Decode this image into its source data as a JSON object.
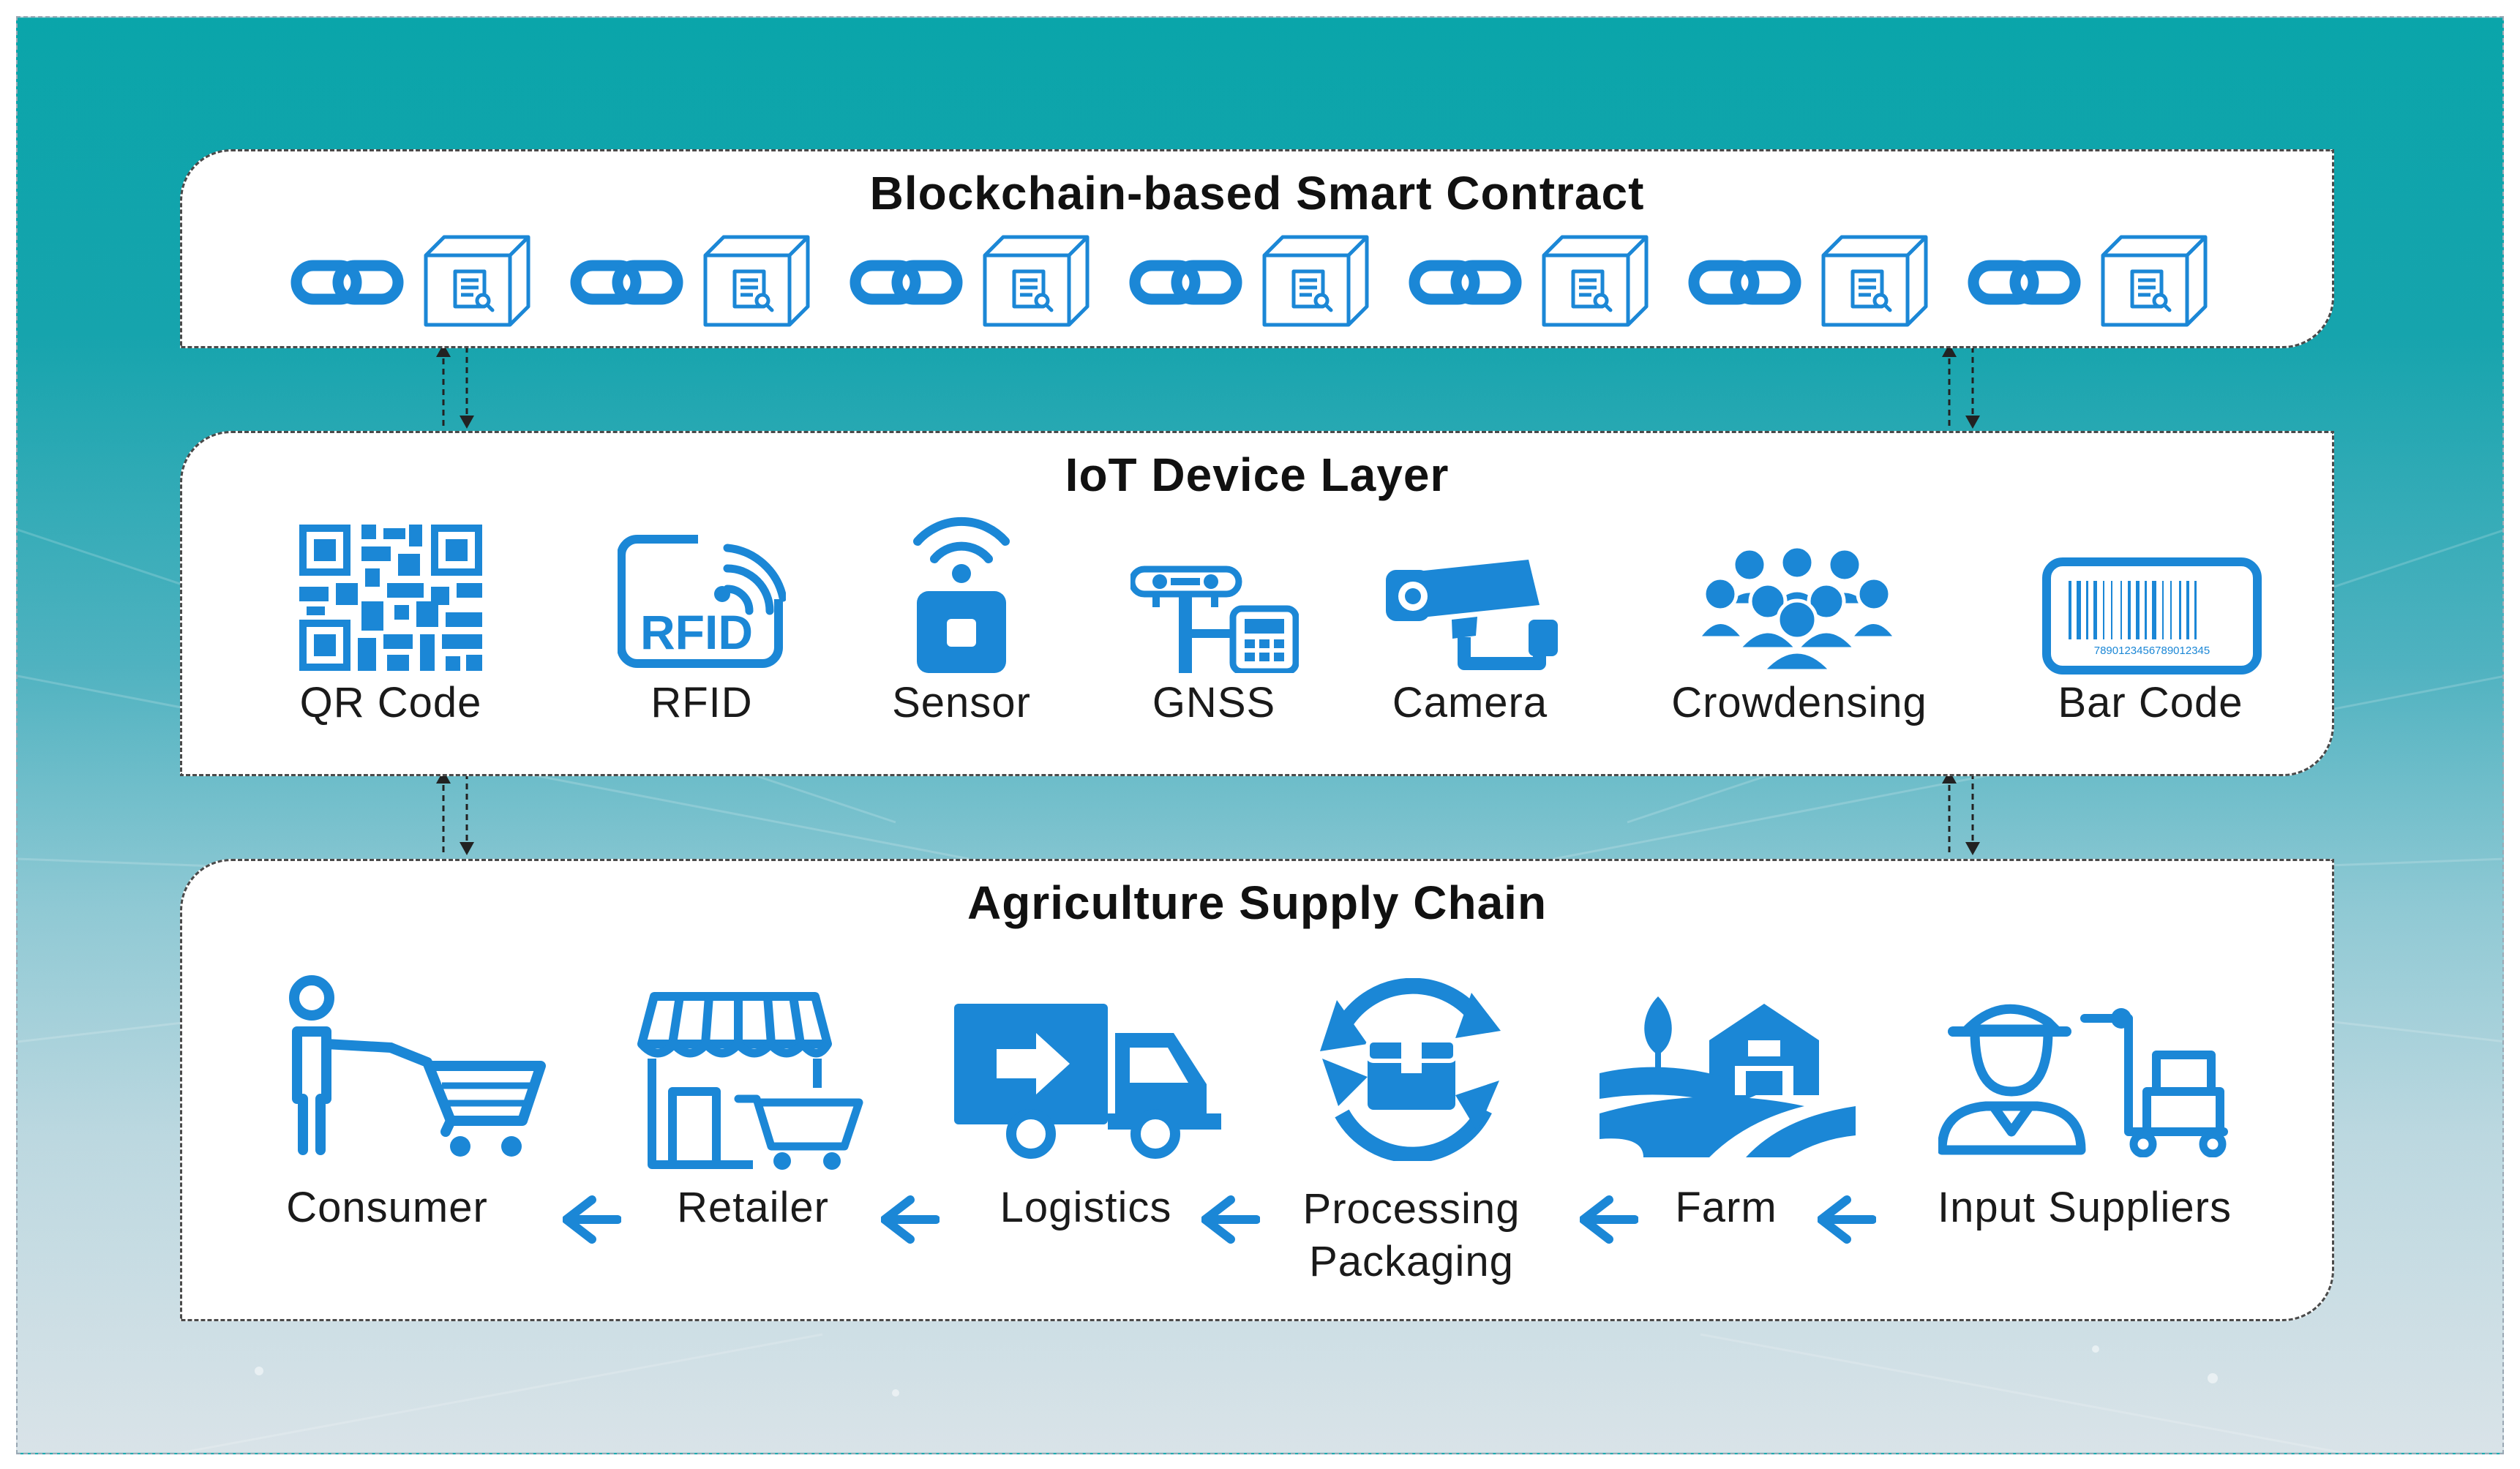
{
  "layers": {
    "blockchain": {
      "title": "Blockchain-based Smart Contract"
    },
    "iot": {
      "title": "IoT Device Layer",
      "devices": [
        {
          "label": "QR Code",
          "icon": "qr-code-icon"
        },
        {
          "label": "RFID",
          "icon": "rfid-icon",
          "icon_text": "RFID"
        },
        {
          "label": "Sensor",
          "icon": "sensor-icon"
        },
        {
          "label": "GNSS",
          "icon": "gnss-icon"
        },
        {
          "label": "Camera",
          "icon": "camera-icon"
        },
        {
          "label": "Crowdensing",
          "icon": "crowd-icon"
        },
        {
          "label": "Bar Code",
          "icon": "barcode-icon",
          "icon_text": "7890123456789012345"
        }
      ]
    },
    "supply_chain": {
      "title": "Agriculture Supply Chain",
      "stages": [
        {
          "label": "Consumer",
          "icon": "consumer-icon"
        },
        {
          "label": "Retailer",
          "icon": "retailer-icon"
        },
        {
          "label": "Logistics",
          "icon": "truck-icon"
        },
        {
          "label": "Processing Packaging",
          "line1": "Processing",
          "line2": "Packaging",
          "icon": "processing-icon"
        },
        {
          "label": "Farm",
          "icon": "farm-icon"
        },
        {
          "label": "Input Suppliers",
          "icon": "supplier-icon"
        }
      ]
    }
  },
  "colors": {
    "icon_blue": "#1b87d6",
    "panel_border": "#4a4a4a",
    "teal": "#0aa5aa"
  }
}
